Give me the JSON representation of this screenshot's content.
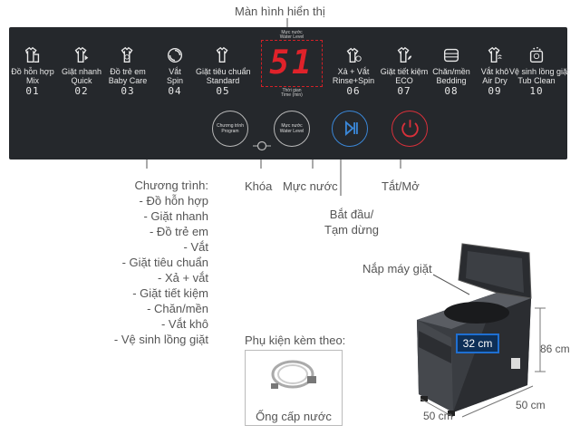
{
  "labels": {
    "display": "Màn hình hiển thị",
    "lock": "Khóa",
    "water_level": "Mực nước",
    "start_pause": [
      "Bắt đầu/",
      "Tạm dừng"
    ],
    "power": "Tắt/Mở",
    "lid": "Nắp máy giặt",
    "accessories": "Phụ kiện kèm theo:",
    "hose": "Ống cấp nước"
  },
  "display": {
    "top_vi": "Mực nước",
    "top_en": "Water Level",
    "digits": "51",
    "bottom_vi": "Thời gian",
    "bottom_en": "Time (min)"
  },
  "programs": [
    {
      "vi": "Đồ hỗn hợp",
      "en": "Mix",
      "num": "01",
      "icon": "shirt-mix-icon"
    },
    {
      "vi": "Giặt nhanh",
      "en": "Quick",
      "num": "02",
      "icon": "quick-wash-icon"
    },
    {
      "vi": "Đồ trẻ em",
      "en": "Baby Care",
      "num": "03",
      "icon": "baby-care-icon"
    },
    {
      "vi": "Vắt",
      "en": "Spin",
      "num": "04",
      "icon": "spin-icon"
    },
    {
      "vi": "Giặt tiêu chuẩn",
      "en": "Standard",
      "num": "05",
      "icon": "standard-wash-icon"
    },
    {
      "vi": "Xả + Vắt",
      "en": "Rinse+Spin",
      "num": "06",
      "icon": "rinse-spin-icon"
    },
    {
      "vi": "Giặt tiết kiệm",
      "en": "ECO",
      "num": "07",
      "icon": "eco-icon"
    },
    {
      "vi": "Chăn/mền",
      "en": "Bedding",
      "num": "08",
      "icon": "bedding-icon"
    },
    {
      "vi": "Vắt khô",
      "en": "Air Dry",
      "num": "09",
      "icon": "air-dry-icon"
    },
    {
      "vi": "Vệ sinh lồng giặt",
      "en": "Tub Clean",
      "num": "10",
      "icon": "tub-clean-icon"
    }
  ],
  "buttons": {
    "program": [
      "Chương trình",
      "Program"
    ],
    "water": [
      "Mực nước",
      "Water Level"
    ]
  },
  "program_list": {
    "title": "Chương trình:",
    "items": [
      "- Đồ hỗn hợp",
      "- Giặt nhanh",
      "- Đồ trẻ em",
      "- Vắt",
      "- Giặt tiêu chuẩn",
      "- Xả + vắt",
      "- Giặt tiết kiệm",
      "- Chăn/mền",
      "- Vắt khô",
      "- Vệ sinh lồng giặt"
    ]
  },
  "dimensions": {
    "tub": "32 cm",
    "height": "86 cm",
    "depth": "50 cm",
    "width": "50 cm"
  },
  "colors": {
    "panel": "#25282c",
    "display_red": "#e0222a",
    "start_blue": "#3a87d8",
    "power_red": "#d9303a",
    "tub_highlight": "#1f6fd1"
  }
}
